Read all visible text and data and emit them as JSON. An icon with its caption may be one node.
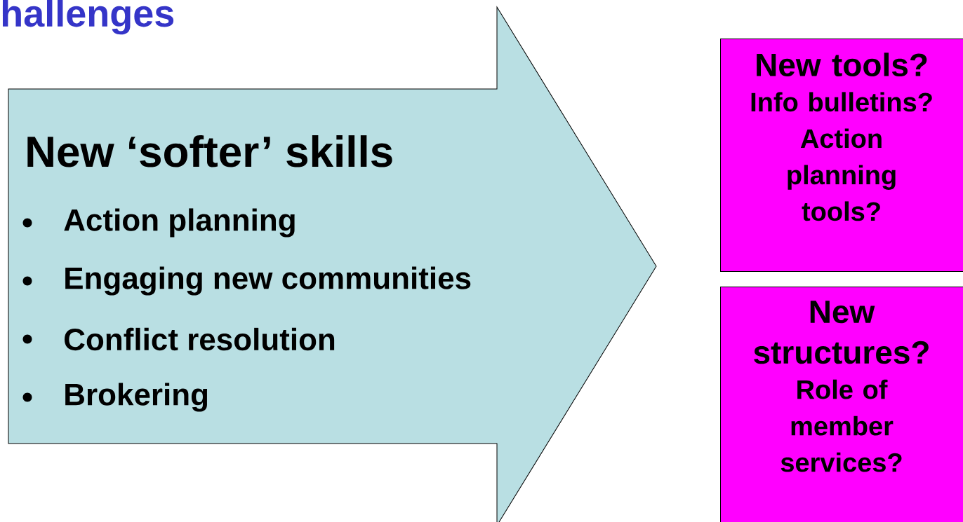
{
  "diagram": {
    "title": "hallenges",
    "nodes": [
      {
        "text": [
          "New ‘softer’ skills",
          "Action planning",
          "Engaging new communities",
          "Conflict resolution",
          "Brokering"
        ]
      },
      {
        "text": [
          "New tools?",
          "Info bulletins? Action planning tools?"
        ]
      },
      {
        "text": [
          "New structures?",
          "Role of member services?"
        ]
      }
    ]
  }
}
